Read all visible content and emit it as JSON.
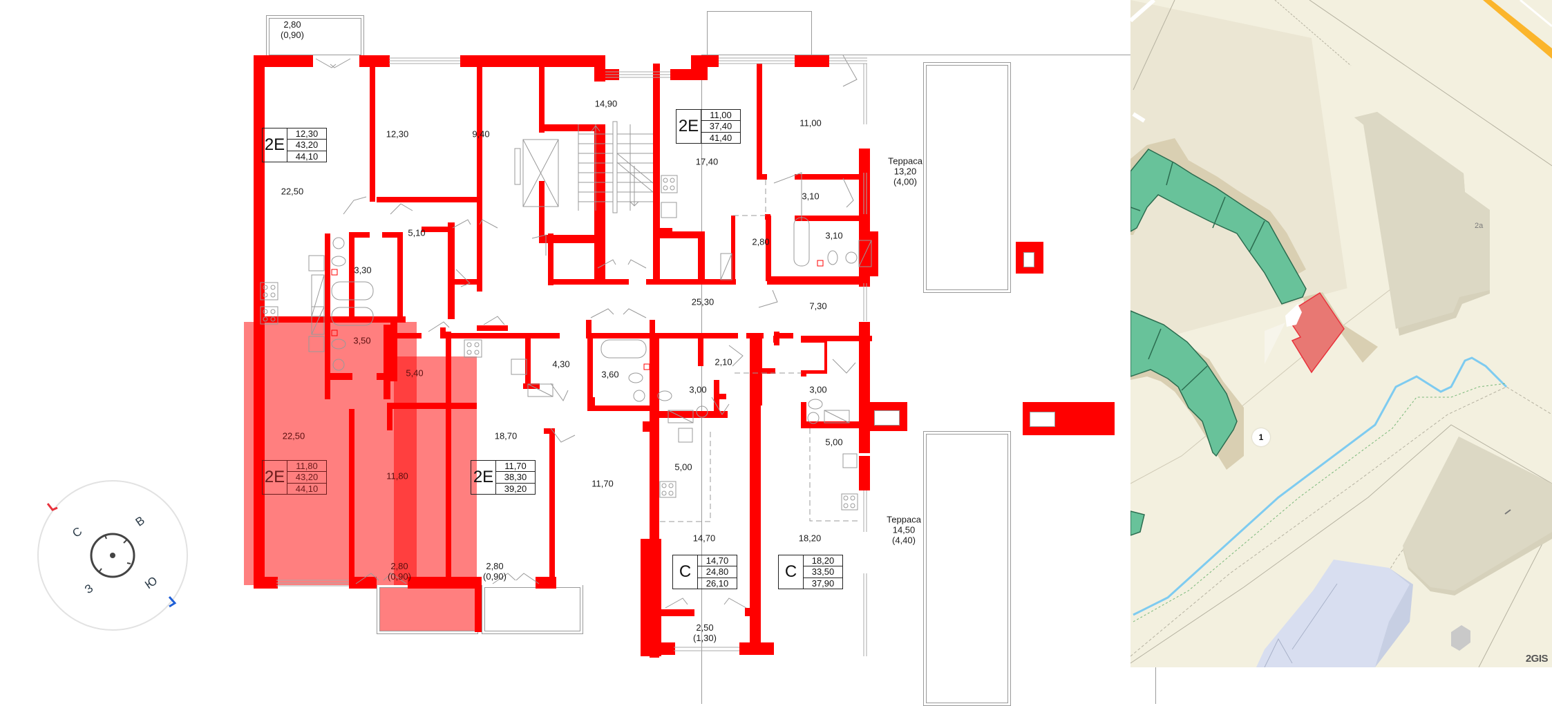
{
  "floor_plan": {
    "rooms": {
      "a1_living": "22,50",
      "a1_bedroom": "12,30",
      "a1_hall": "5,10",
      "a1_bath": "3,30",
      "a1_balcony_area": "2,80",
      "a1_balcony_coef": "(0,90)",
      "storage_9": "9,40",
      "stair_lobby": "14,90",
      "corridor": "25,30",
      "a2_kitchen_living": "17,40",
      "a2_bedroom": "11,00",
      "a2_hall": "3,10",
      "a2_bath": "3,10",
      "a2_closet": "2,80",
      "terrace1_name": "Терраса",
      "terrace1_area": "13,20",
      "terrace1_coef": "(4,00)",
      "a3_living": "22,50",
      "a3_bedroom": "11,80",
      "a3_hall": "5,40",
      "a3_bath": "3,50",
      "a3_balcony_area": "2,80",
      "a3_balcony_coef": "(0,90)",
      "a4_kitchen_living": "18,70",
      "a4_hall": "4,30",
      "a4_bath": "3,60",
      "a4_bedroom": "11,70",
      "a4_balcony_area": "2,80",
      "a4_balcony_coef": "(0,90)",
      "a5_hall": "2,10",
      "a5_bath": "3,00",
      "a5_kitchen": "5,00",
      "a5_living": "14,70",
      "a5_balcony_area": "2,50",
      "a5_balcony_coef": "(1,30)",
      "a6_hall": "7,30",
      "a6_bath": "3,00",
      "a6_kitchen": "5,00",
      "a6_living": "18,20",
      "terrace2_name": "Терраса",
      "terrace2_area": "14,50",
      "terrace2_coef": "(4,40)"
    },
    "apartments": [
      {
        "type": "2E",
        "values": [
          "12,30",
          "43,20",
          "44,10"
        ],
        "selected": false
      },
      {
        "type": "2E",
        "values": [
          "11,00",
          "37,40",
          "41,40"
        ],
        "selected": false
      },
      {
        "type": "2E",
        "values": [
          "11,80",
          "43,20",
          "44,10"
        ],
        "selected": true
      },
      {
        "type": "2E",
        "values": [
          "11,70",
          "38,30",
          "39,20"
        ],
        "selected": false
      },
      {
        "type": "C",
        "values": [
          "14,70",
          "24,80",
          "26,10"
        ],
        "selected": false
      },
      {
        "type": "C",
        "values": [
          "18,20",
          "33,50",
          "37,90"
        ],
        "selected": false
      }
    ],
    "colors": {
      "wall": "#ff0000",
      "selected_fill": "#ff8080"
    }
  },
  "compass": {
    "north": "С",
    "east": "В",
    "south": "Ю",
    "west": "З",
    "north_marker_color": "#e8323c",
    "south_marker_color": "#1f5fd6"
  },
  "map": {
    "building_label": "2а",
    "entrance_pin": "1",
    "brand": "2GIS",
    "colors": {
      "background": "#f3f0df",
      "block": "#ebe6d3",
      "building_green": "#68c29a",
      "building_selected": "#e87873",
      "building_gray": "#dcd8c4",
      "building_blue": "#d8def0",
      "river": "#7ecbf0",
      "road_yellow": "#fbb52c"
    }
  }
}
